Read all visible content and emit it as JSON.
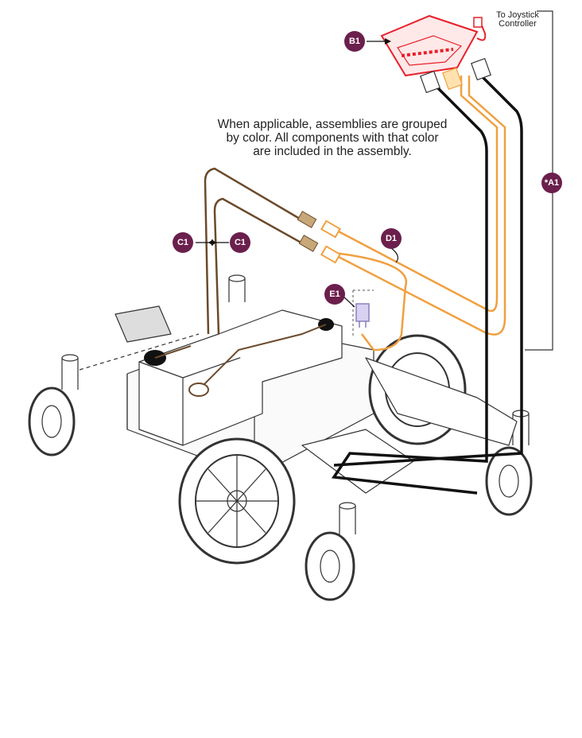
{
  "note": {
    "line1": "When applicable, assemblies are grouped",
    "line2": "by color. All components with that color",
    "line3": "are included in the assembly."
  },
  "joystick": {
    "line1": "To Joystick",
    "line2": "Controller"
  },
  "callouts": {
    "b1": "B1",
    "a1": "*A1",
    "c1_left": "C1",
    "c1_right": "C1",
    "d1": "D1",
    "e1": "E1"
  },
  "colors": {
    "callout": "#6b1f4c",
    "assembly_a1": "#111111",
    "assembly_b1": "#e8202a",
    "assembly_c1": "#6b4a2b",
    "assembly_d1": "#f0a040",
    "assembly_e1": "#8a7fc0"
  }
}
